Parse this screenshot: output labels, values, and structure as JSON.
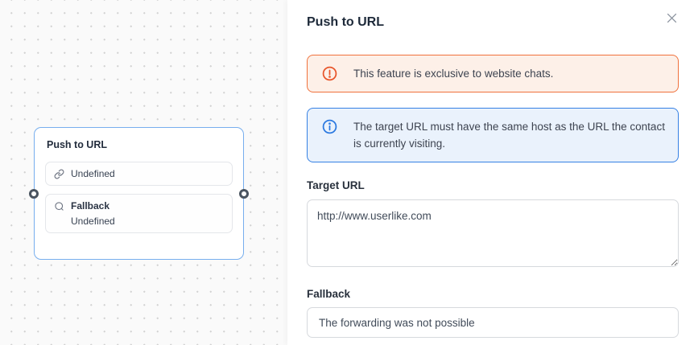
{
  "canvas": {
    "node": {
      "title": "Push to URL",
      "target_row": {
        "icon": "link-icon",
        "label": "Undefined"
      },
      "fallback_row": {
        "icon": "fallback-search-icon",
        "title": "Fallback",
        "label": "Undefined"
      }
    }
  },
  "panel": {
    "title": "Push to URL",
    "close": {
      "icon": "close-icon"
    },
    "alerts": [
      {
        "type": "warning",
        "icon": "alert-circle-icon",
        "text": "This feature is exclusive to website chats.",
        "border_color": "#f0713c",
        "background_color": "#fdf0e8",
        "icon_color": "#e8552a"
      },
      {
        "type": "info",
        "icon": "info-circle-icon",
        "text": "The target URL must have the same host as the URL the contact is currently visiting.",
        "border_color": "#3580e4",
        "background_color": "#eaf2fc",
        "icon_color": "#2b79e0"
      }
    ],
    "fields": [
      {
        "label": "Target URL",
        "value": "http://www.userlike.com",
        "kind": "textarea"
      },
      {
        "label": "Fallback",
        "value": "The forwarding was not possible",
        "kind": "input"
      }
    ]
  },
  "colors": {
    "canvas_background": "#fafafa",
    "canvas_dot": "#d2d2d2",
    "node_border": "#77aeee",
    "heading_text": "#1d2939"
  }
}
